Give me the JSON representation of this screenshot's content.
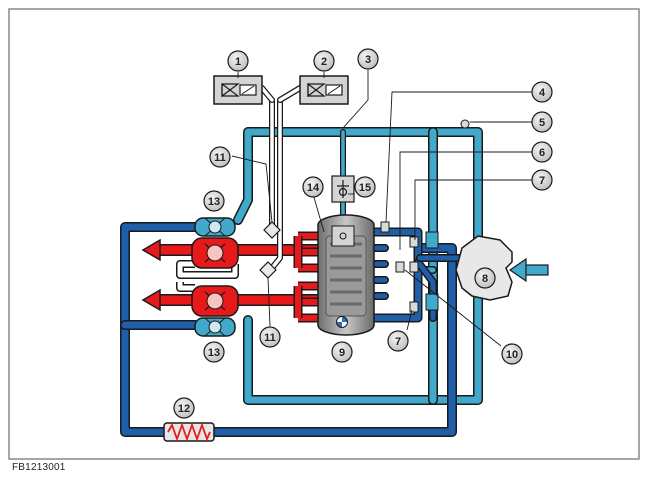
{
  "figure_code": "FB1213001",
  "colors": {
    "hot_coolant": "#e8191b",
    "cold_coolant": "#1f5faa",
    "warm_coolant": "#41a9cc",
    "outline": "#1a1a1a",
    "callout_fill": "#d9d9d9",
    "frame": "#888888"
  },
  "callouts": [
    "1",
    "2",
    "3",
    "4",
    "5",
    "6",
    "7",
    "7",
    "8",
    "9",
    "10",
    "11",
    "11",
    "12",
    "13",
    "13",
    "14",
    "15"
  ],
  "icons": [
    "solenoid-valve-icon",
    "check-valve-icon",
    "engine-block-icon",
    "turbocharger-icon",
    "heat-exchanger-icon",
    "coolant-pump-icon",
    "temperature-sensor-icon",
    "flow-arrow-icon",
    "bmw-logo-icon"
  ]
}
